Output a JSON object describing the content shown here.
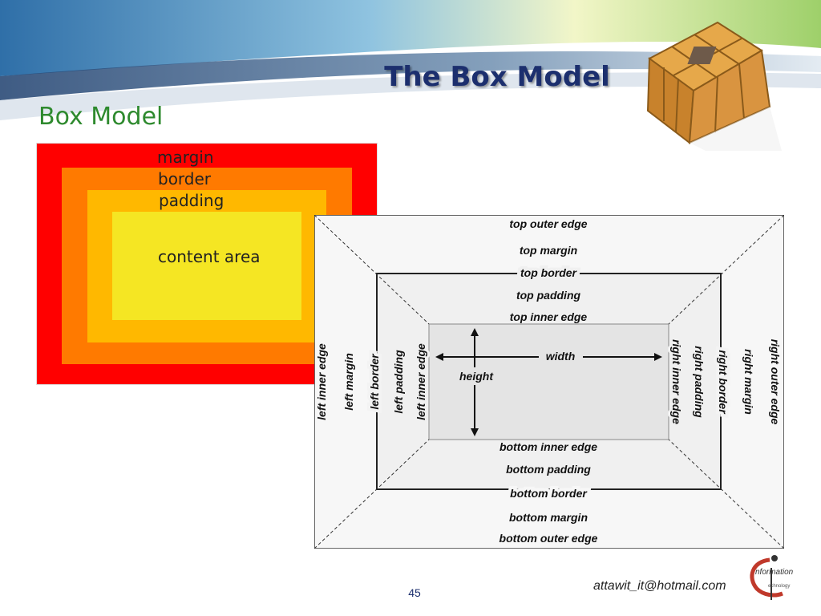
{
  "slide": {
    "title": "The Box Model",
    "subtitle": "Box Model",
    "page_number": "45",
    "email": "attawit_it@hotmail.com"
  },
  "logo": {
    "main_text": "nformation",
    "sub_text": "echnology"
  },
  "colored_box": {
    "margin_label": "margin",
    "border_label": "border",
    "padding_label": "padding",
    "content_label": "content area",
    "colors": {
      "margin": "#ff0000",
      "border": "#ff7a00",
      "padding": "#ffb800",
      "content": "#f5e623"
    }
  },
  "diagram": {
    "top_outer_edge": "top outer edge",
    "top_margin": "top margin",
    "top_border": "top border",
    "top_padding": "top padding",
    "top_inner_edge": "top inner edge",
    "width": "width",
    "height": "height",
    "bottom_inner_edge": "bottom inner edge",
    "bottom_padding": "bottom padding",
    "bottom_border": "bottom border",
    "bottom_margin": "bottom margin",
    "bottom_outer_edge": "bottom outer edge",
    "left_inner_edge": "left inner edge",
    "left_margin": "left margin",
    "left_border": "left border",
    "left_padding": "left padding",
    "left_inner_edge_2": "left inner edge",
    "right_inner_edge": "right inner edge",
    "right_padding": "right padding",
    "right_border": "right border",
    "right_margin": "right margin",
    "right_outer_edge": "right outer edge"
  }
}
